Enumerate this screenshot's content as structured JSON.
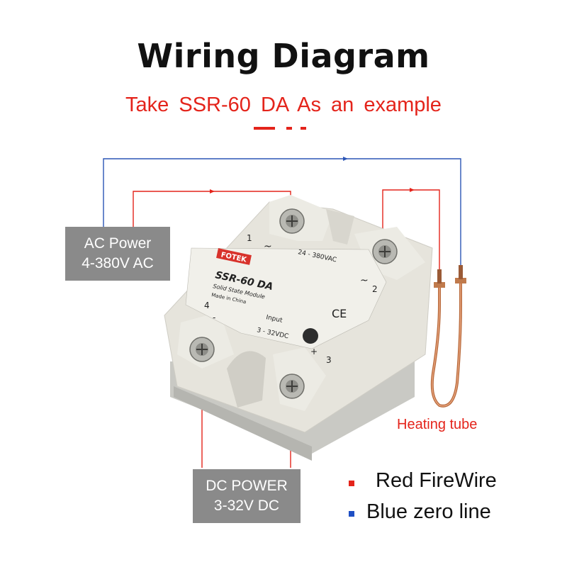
{
  "header": {
    "title": "Wiring Diagram",
    "subtitle": "Take   SSR-60 DA As an example"
  },
  "labels": {
    "ac_power_line1": "AC Power",
    "ac_power_line2": "4-380V AC",
    "dc_power_line1": "DC  POWER",
    "dc_power_line2": "3-32V DC",
    "heating_tube": "Heating tube"
  },
  "relay": {
    "brand": "FOTEK",
    "model": "SSR-60 DA",
    "type": "Solid State Module",
    "origin": "Made in China",
    "ac_range": "24 - 380VAC",
    "input_label": "Input",
    "dc_range": "3 - 32VDC",
    "ce_mark": "CE",
    "terminal_1": "1",
    "terminal_2": "2",
    "terminal_3": "3",
    "terminal_4": "4",
    "tilde_1": "~",
    "tilde_2": "~",
    "minus": "-",
    "plus": "+"
  },
  "legend": [
    {
      "label": "Red FireWire",
      "color": "#e4241b"
    },
    {
      "label": "Blue zero line",
      "color": "#1f4fc4"
    }
  ],
  "colors": {
    "red_wire": "#e4241b",
    "blue_wire": "#2b55b5",
    "label_bg": "#8a8a8a"
  }
}
